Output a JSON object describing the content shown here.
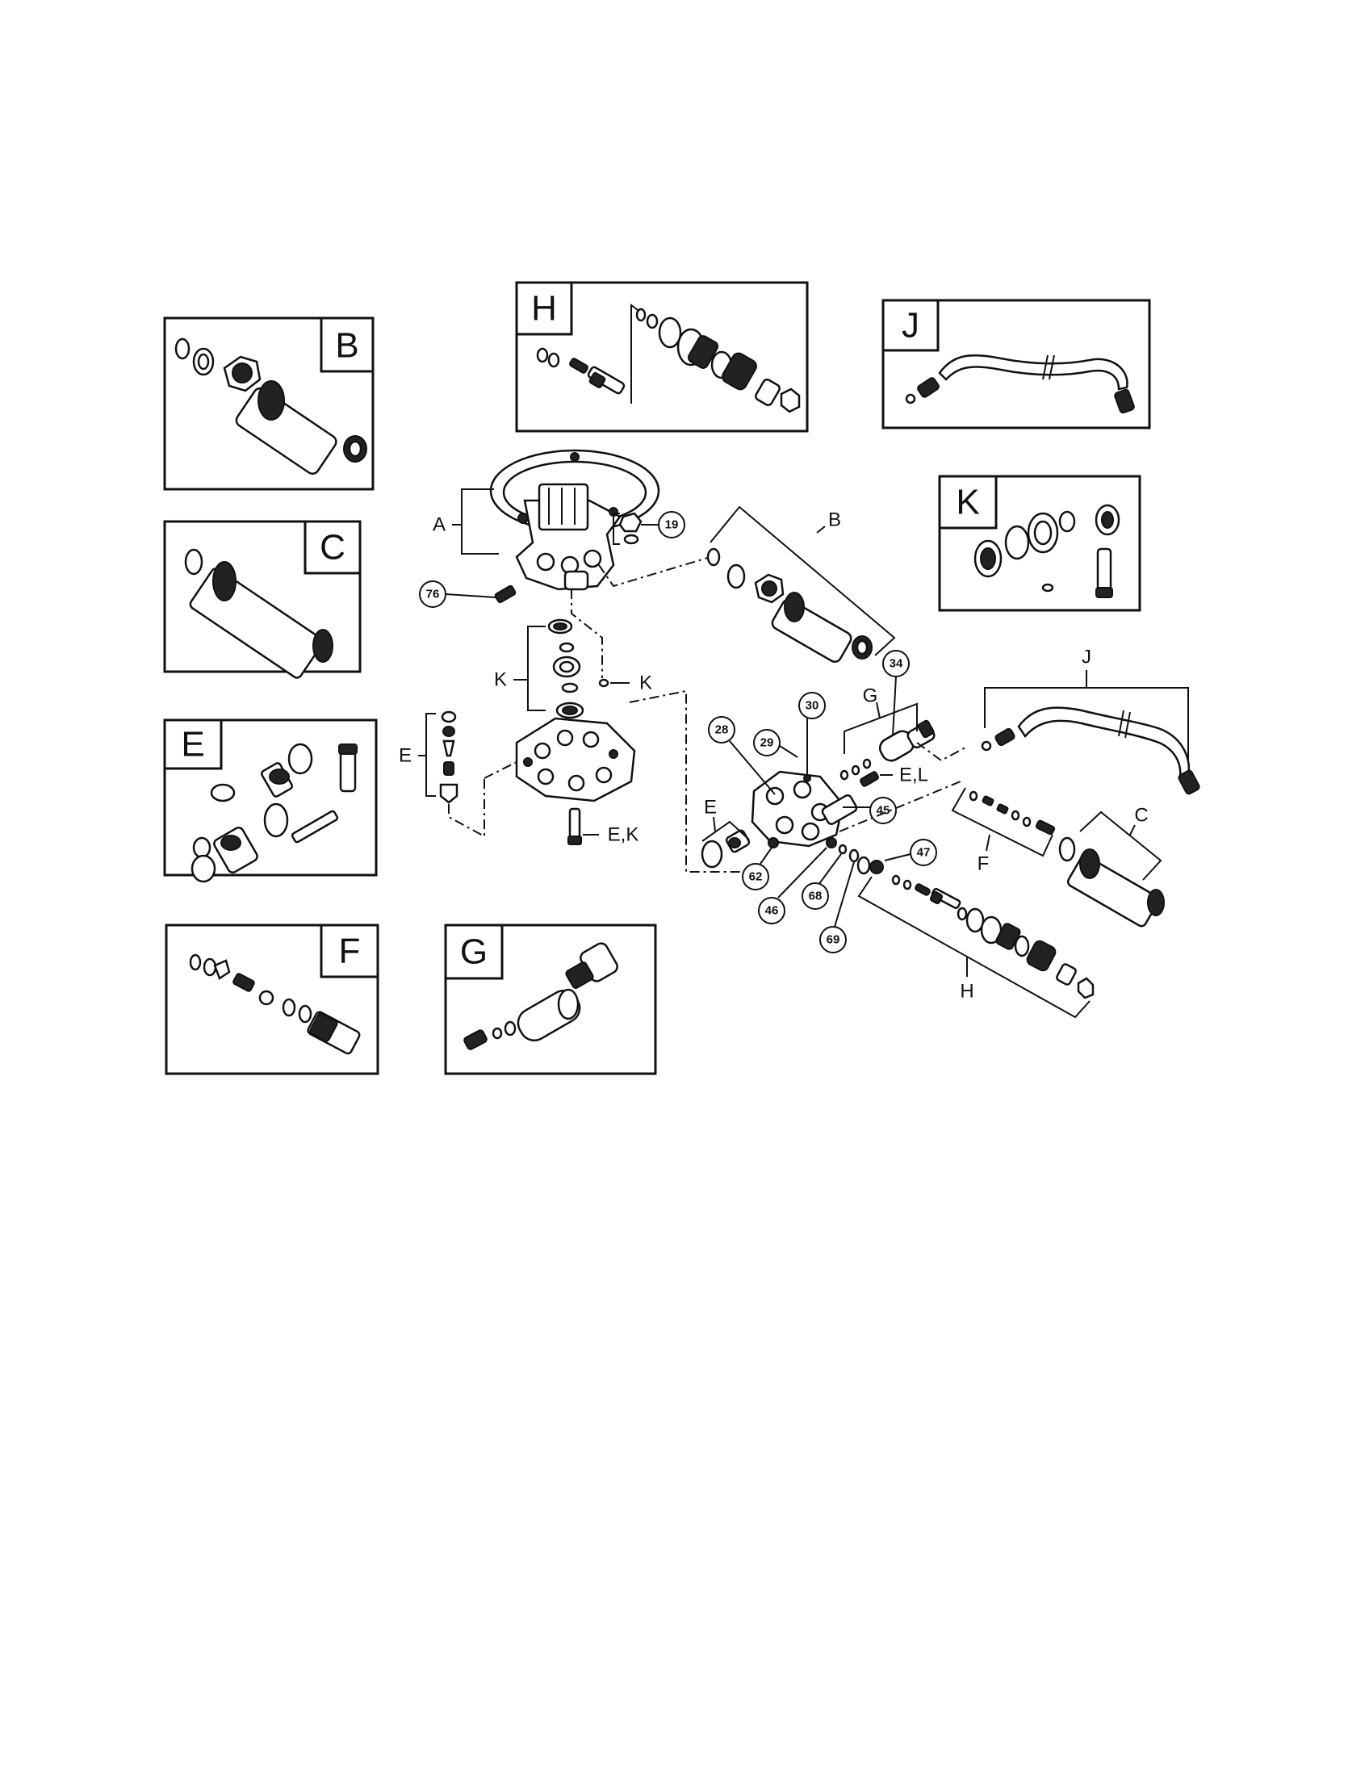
{
  "kit_boxes": {
    "B": "B",
    "C": "C",
    "E": "E",
    "F": "F",
    "G": "G",
    "H": "H",
    "J": "J",
    "K": "K"
  },
  "assembly_labels": {
    "A": "A",
    "B": "B",
    "C": "C",
    "E_left": "E",
    "E_right": "E",
    "F": "F",
    "G": "G",
    "H": "H",
    "J": "J",
    "K_left": "K",
    "K_right": "K",
    "EK": "E,K",
    "EL": "E,L"
  },
  "part_numbers": {
    "p19": "19",
    "p28": "28",
    "p29": "29",
    "p30": "30",
    "p34": "34",
    "p45": "45",
    "p46": "46",
    "p47": "47",
    "p62": "62",
    "p68": "68",
    "p69": "69",
    "p76": "76"
  }
}
